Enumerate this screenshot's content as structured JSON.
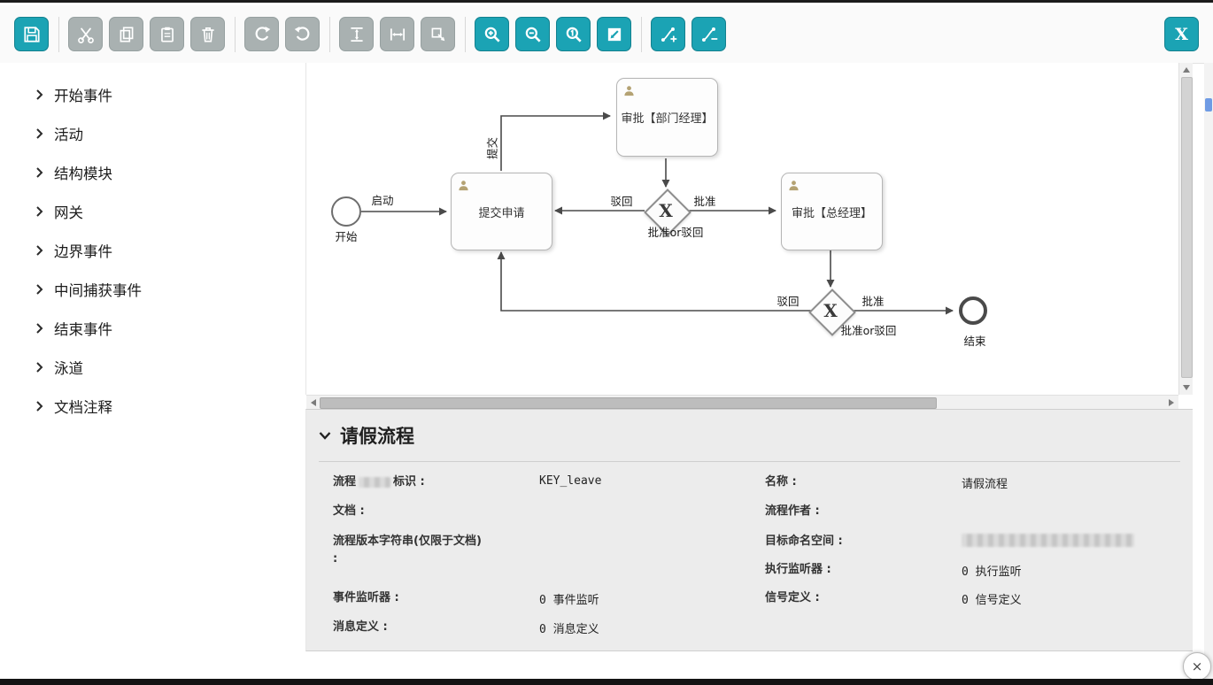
{
  "toolbar": {
    "close_label": "X",
    "buttons": [
      {
        "name": "save",
        "icon": "floppy-icon",
        "enabled": true
      },
      {
        "name": "cut",
        "icon": "scissors-icon",
        "enabled": false
      },
      {
        "name": "copy",
        "icon": "copy-icon",
        "enabled": false
      },
      {
        "name": "paste",
        "icon": "paste-icon",
        "enabled": false
      },
      {
        "name": "delete",
        "icon": "trash-icon",
        "enabled": false
      },
      {
        "name": "redo",
        "icon": "redo-icon",
        "enabled": false
      },
      {
        "name": "undo",
        "icon": "undo-icon",
        "enabled": false
      },
      {
        "name": "align-vertical",
        "icon": "align-vertical-icon",
        "enabled": false
      },
      {
        "name": "align-horizontal",
        "icon": "align-horizontal-icon",
        "enabled": false
      },
      {
        "name": "same-size",
        "icon": "same-size-icon",
        "enabled": false
      },
      {
        "name": "zoom-in",
        "icon": "zoom-in-icon",
        "enabled": true
      },
      {
        "name": "zoom-out",
        "icon": "zoom-out-icon",
        "enabled": true
      },
      {
        "name": "zoom-actual",
        "icon": "zoom-actual-icon",
        "enabled": true
      },
      {
        "name": "zoom-fit",
        "icon": "zoom-fit-icon",
        "enabled": true
      },
      {
        "name": "bendpoint-add",
        "icon": "bendpoint-add-icon",
        "enabled": true
      },
      {
        "name": "bendpoint-remove",
        "icon": "bendpoint-remove-icon",
        "enabled": true
      }
    ]
  },
  "palette": {
    "items": [
      "开始事件",
      "活动",
      "结构模块",
      "网关",
      "边界事件",
      "中间捕获事件",
      "结束事件",
      "泳道",
      "文档注释"
    ]
  },
  "diagram": {
    "start": {
      "label": "开始"
    },
    "end": {
      "label": "结束"
    },
    "tasks": {
      "submit": {
        "label": "提交申请"
      },
      "dept_manager": {
        "label": "审批【部门经理】"
      },
      "general_manager": {
        "label": "审批【总经理】"
      }
    },
    "gateways": {
      "gw1": {
        "symbol": "X",
        "caption": "批准or驳回"
      },
      "gw2": {
        "symbol": "X",
        "caption": "批准or驳回"
      }
    },
    "flows": {
      "launch": "启动",
      "submit": "提交",
      "reject1": "驳回",
      "approve1": "批准",
      "reject2": "驳回",
      "approve2": "批准"
    }
  },
  "properties": {
    "title": "请假流程",
    "fields": [
      {
        "label_prefix": "流程",
        "label_suffix": "标识 :",
        "label_redacted": true,
        "value": "KEY_leave"
      },
      {
        "label": "名称 :",
        "value": "请假流程"
      },
      {
        "label": "文档 :",
        "value": ""
      },
      {
        "label": "流程作者 :",
        "value": ""
      },
      {
        "label": "流程版本字符串(仅限于文档) :",
        "value": ""
      },
      {
        "label": "目标命名空间 :",
        "value": "",
        "value_redacted": true
      },
      {
        "label": "执行监听器 :",
        "value": "0 执行监听"
      },
      {
        "label": "事件监听器 :",
        "value": "0 事件监听"
      },
      {
        "label": "信号定义 :",
        "value": "0 信号定义"
      },
      {
        "label": "消息定义 :",
        "value": "0 消息定义"
      }
    ]
  },
  "footer": {
    "close_symbol": "×"
  },
  "colors": {
    "accent": "#1ba3b4",
    "disabled": "#a9b1b1"
  }
}
